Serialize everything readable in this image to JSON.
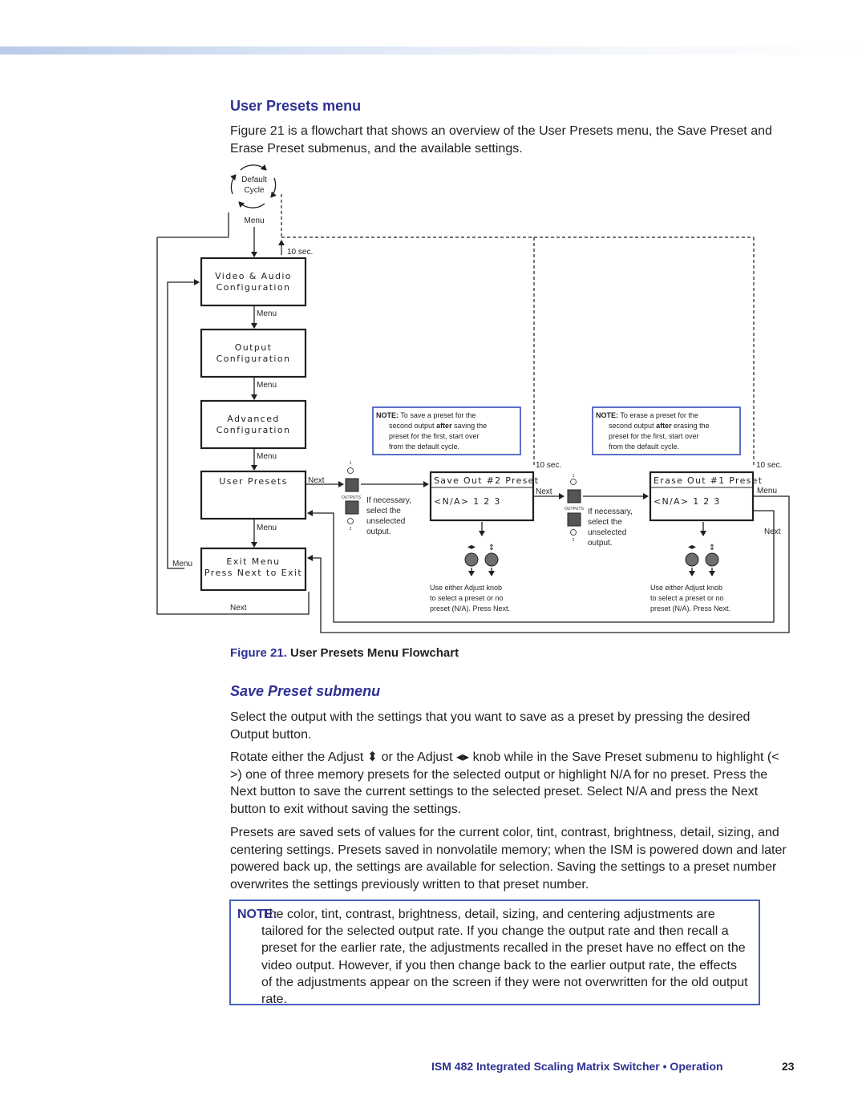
{
  "page": {
    "section_title": "User Presets menu",
    "intro": "Figure 21 is a flowchart that shows an overview of the User Presets menu, the Save Preset and Erase Preset submenus, and the available settings.",
    "figure_label": "Figure 21.",
    "figure_title": "User Presets Menu Flowchart",
    "subsection_title": "Save Preset submenu",
    "para1": "Select the output with the settings that you want to save as a preset by pressing the desired Output button.",
    "para2_a": "Rotate either the Adjust",
    "para2_b": "or the Adjust",
    "para2_c": "knob while in the Save Preset submenu to highlight (< >) one of three memory presets for the selected output or highlight N/A for no preset.  Press the Next button to save the current settings to the selected preset.  Select N/A and press the Next button to exit without saving the settings.",
    "para3": "Presets are saved sets of values for the current color, tint, contrast, brightness, detail, sizing, and centering settings.  Presets saved in nonvolatile memory; when the ISM is powered down and later powered back up, the settings are available for selection.  Saving the settings to a preset number overwrites the settings previously written to that preset number.",
    "note_label": "NOTE:",
    "note_text": "The color, tint, contrast, brightness, detail, sizing, and centering adjustments are tailored for the selected output rate.  If you change the output rate and then recall a preset for the earlier rate, the adjustments recalled in the preset have no effect on the video output.  However, if you then change back to the earlier output rate, the effects of the adjustments appear on the screen if they were not overwritten for the old output rate.",
    "footer": "ISM 482 Integrated Scaling Matrix Switcher • Operation",
    "page_number": "23"
  },
  "flowchart": {
    "default_cycle_1": "Default",
    "default_cycle_2": "Cycle",
    "menu": "Menu",
    "next": "Next",
    "ten_sec": "10 sec.",
    "box_video_1": "Video & Audio",
    "box_video_2": "Configuration",
    "box_output_1": "Output",
    "box_output_2": "Configuration",
    "box_advanced_1": "Advanced",
    "box_advanced_2": "Configuration",
    "box_user_presets": "User Presets",
    "box_exit_1": "Exit Menu",
    "box_exit_2": "Press Next to Exit",
    "note_label": "NOTE:",
    "save_note_1": "To save a preset for the",
    "save_note_2a": "second output",
    "save_note_2b": "after",
    "save_note_2c": "saving the",
    "save_note_3": "preset for the first, start over",
    "save_note_4": "from the default cycle.",
    "erase_note_1": "To erase a preset for the",
    "erase_note_2a": "second output",
    "erase_note_2b": "after",
    "erase_note_2c": "erasing the",
    "erase_note_3": "preset for the first, start over",
    "erase_note_4": "from the default cycle.",
    "save_lcd_1": "Save Out #2 Preset",
    "save_lcd_2": "<N/A>  1  2  3",
    "erase_lcd_1": "Erase Out #1 Preset",
    "erase_lcd_2": "<N/A>  1  2  3",
    "outputs": "OUTPUTS",
    "one": "1",
    "two": "2",
    "if_nec_1": "If necessary,",
    "if_nec_2": "select the",
    "if_nec_3": "unselected",
    "if_nec_4": "output.",
    "knob_1": "Use either Adjust knob",
    "knob_2": "to select a preset or no",
    "knob_3": "preset (N/A).  Press Next."
  }
}
